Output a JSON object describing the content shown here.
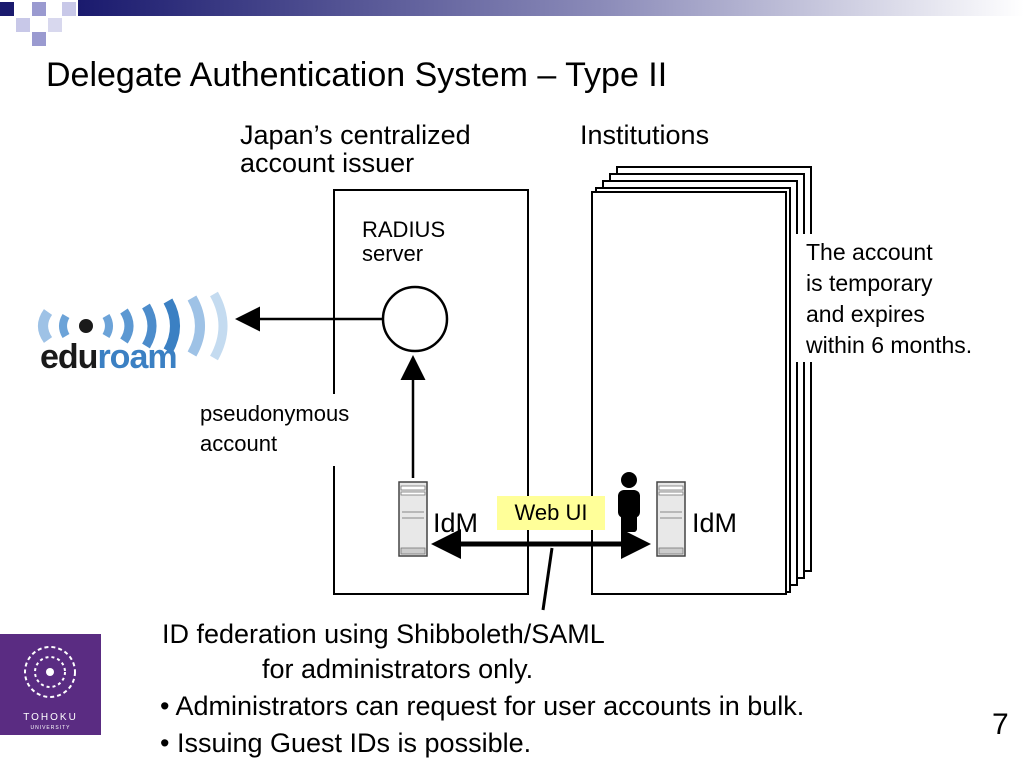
{
  "slide": {
    "title": "Delegate Authentication System – Type II",
    "page_number": "7"
  },
  "diagram": {
    "left_header_line1": "Japan’s centralized",
    "left_header_line2": "account issuer",
    "right_header": "Institutions",
    "radius_line1": "RADIUS",
    "radius_line2": "server",
    "pseudonymous_line1": "pseudonymous",
    "pseudonymous_line2": "account",
    "idm_left": "IdM",
    "idm_right": "IdM",
    "web_ui": "Web UI",
    "note_line1": "The account",
    "note_line2": "is temporary",
    "note_line3": "and expires",
    "note_line4": "within 6 months.",
    "eduroam_logo": "eduroam"
  },
  "bottom_text": {
    "line1": "ID federation using Shibboleth/SAML",
    "line2": "for administrators only.",
    "bullet1": "• Administrators can request for user accounts in bulk.",
    "bullet2": "• Issuing Guest IDs is possible."
  },
  "university_logo": {
    "name": "TOHOKU",
    "sub": "UNIVERSITY"
  },
  "colors": {
    "logo_purple": "#5a2c82",
    "eduroam_blue": "#3b80c3",
    "web_ui_fill": "#ffff99",
    "deco_navy": "#1a1a6e"
  }
}
